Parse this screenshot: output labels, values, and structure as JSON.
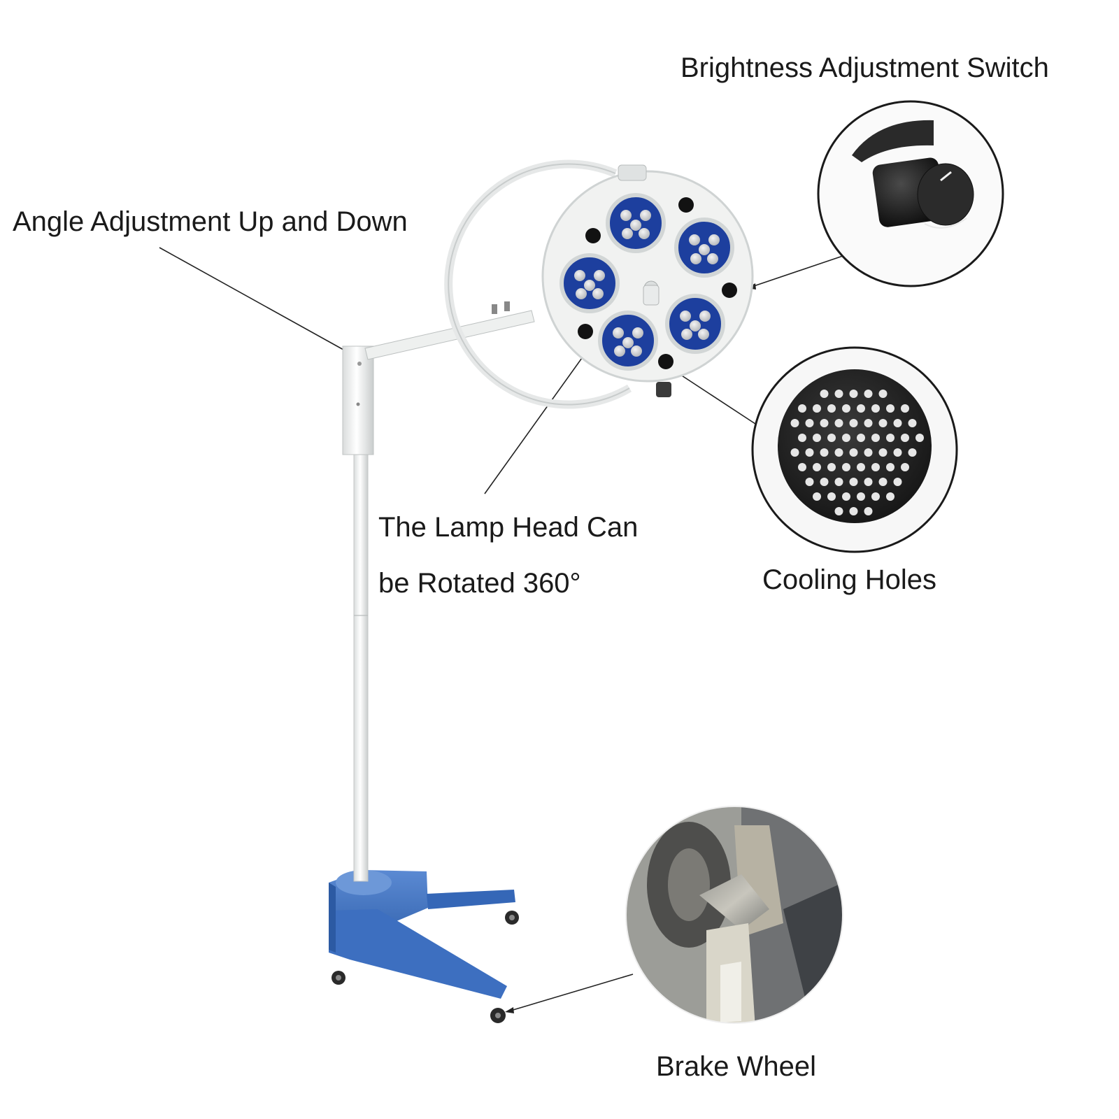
{
  "annotations": {
    "brightness": "Brightness Adjustment Switch",
    "angle": "Angle Adjustment Up and Down",
    "rotate_line1": "The Lamp Head Can",
    "rotate_line2": "be Rotated 360°",
    "cooling": "Cooling Holes",
    "brake": "Brake Wheel"
  },
  "colors": {
    "base_blue": "#3f73c2",
    "lamp_blue": "#1d3f9e",
    "white_metal": "#eef0ef",
    "knob_black": "#1b1b1b"
  },
  "icons": [
    "lamp-head-icon",
    "brightness-knob-icon",
    "cooling-vent-icon",
    "brake-wheel-icon"
  ]
}
